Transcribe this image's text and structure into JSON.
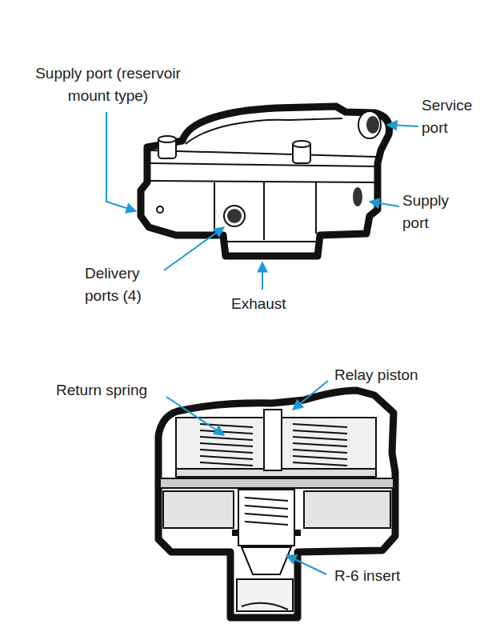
{
  "diagram": {
    "labels": [
      "Supply port (reservoir mount type)",
      "Service port",
      "Supply port",
      "Delivery ports (4)",
      "Exhaust",
      "Return spring",
      "Relay piston",
      "R-6 insert"
    ]
  }
}
